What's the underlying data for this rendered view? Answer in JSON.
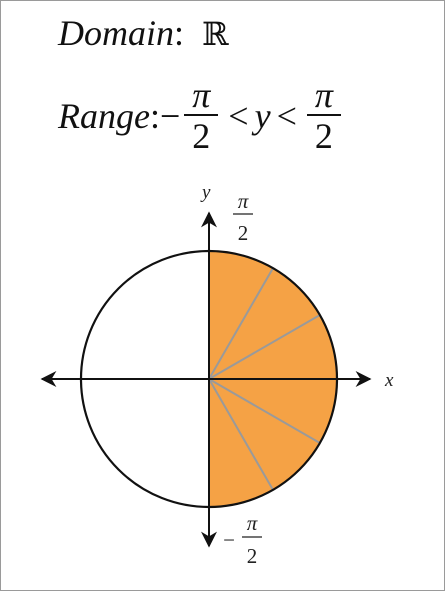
{
  "header": {
    "domain_label": "Domain",
    "domain_colon": ":",
    "domain_set": "ℝ",
    "range_label": "Range",
    "range_colon": ":",
    "range_minus": "−",
    "range_lt1": "<",
    "range_var": "y",
    "range_lt2": "<",
    "pi": "π",
    "two": "2"
  },
  "diagram": {
    "x_axis_label": "x",
    "y_axis_label": "y",
    "top_label_num": "π",
    "top_label_den": "2",
    "bottom_label_sign": "−",
    "bottom_label_num": "π",
    "bottom_label_den": "2",
    "shaded_color": "#f5a245",
    "ray_color": "#9a9a9a",
    "ray_angles_deg": [
      -60,
      -30,
      0,
      30,
      60
    ]
  }
}
